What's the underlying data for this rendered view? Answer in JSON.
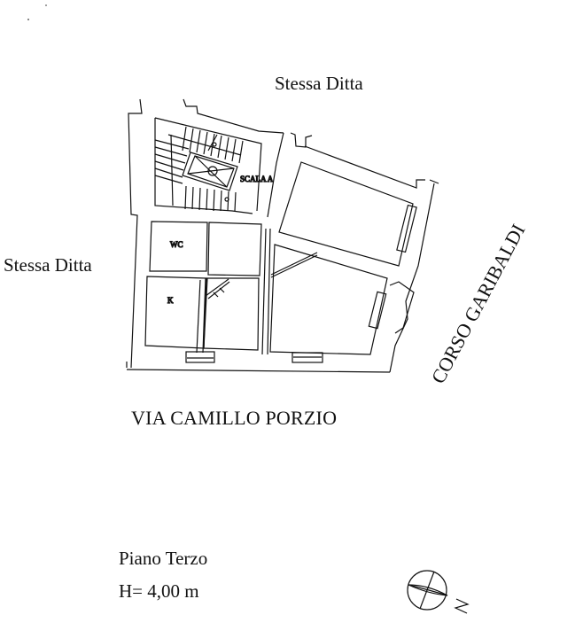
{
  "plan": {
    "floor": "Piano Terzo",
    "height": "H= 4,00 m",
    "neighbors": {
      "north": "Stessa Ditta",
      "west": "Stessa Ditta"
    },
    "streets": {
      "south": "VIA CAMILLO PORZIO",
      "east": "CORSO GARIBALDI"
    },
    "rooms": {
      "stair": "SCALA A",
      "bathroom": "WC",
      "kitchen": "K"
    },
    "compass": {
      "symbol": "compass-rose-icon",
      "north_letter": "N"
    },
    "colors": {
      "ink": "#111111",
      "paper": "#ffffff"
    }
  }
}
